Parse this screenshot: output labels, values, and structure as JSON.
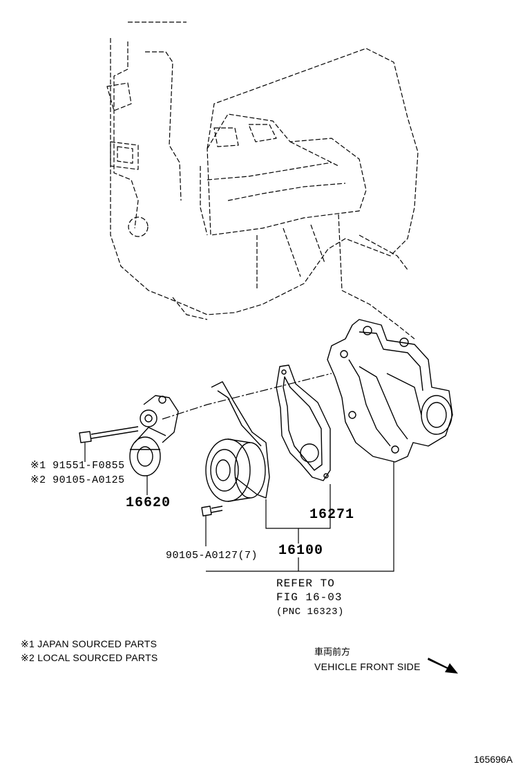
{
  "parts": {
    "tensioner_bolt_jp": "※1 91551-F0855",
    "tensioner_bolt_local": "※2 90105-A0125",
    "tensioner": "16620",
    "gasket": "16271",
    "pump_bolt": "90105-A0127(7)",
    "water_pump_assy": "16100"
  },
  "refer": {
    "line1": "REFER TO",
    "line2": "FIG 16-03",
    "line3": "(PNC 16323)"
  },
  "notes": {
    "note1": "※1 JAPAN SOURCED PARTS",
    "note2": "※2 LOCAL SOURCED PARTS"
  },
  "direction": {
    "japanese": "車両前方",
    "english": "VEHICLE FRONT SIDE",
    "icon": "arrow-icon"
  },
  "figure_code": "165696A",
  "colors": {
    "line": "#000000",
    "background": "#ffffff"
  }
}
